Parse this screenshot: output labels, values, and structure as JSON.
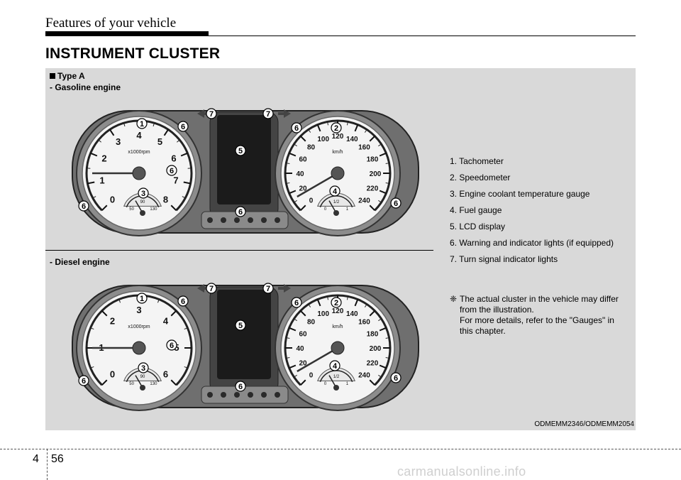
{
  "header": {
    "title": "Features of your vehicle"
  },
  "section_title": "INSTRUMENT CLUSTER",
  "type_label": "Type A",
  "gasoline_label": "- Gasoline engine",
  "diesel_label": "- Diesel engine",
  "gasoline_cluster": {
    "tach_unit": "x1000rpm",
    "tach_ticks": [
      "0",
      "1",
      "2",
      "3",
      "4",
      "5",
      "6",
      "7",
      "8"
    ],
    "speedo_unit": "km/h",
    "speedo_ticks": [
      "0",
      "20",
      "40",
      "60",
      "80",
      "100",
      "120",
      "140",
      "160",
      "180",
      "200",
      "220",
      "240"
    ],
    "temp_ticks": [
      "50",
      "90",
      "130"
    ],
    "fuel_ticks": [
      "0",
      "1/2",
      "1"
    ]
  },
  "diesel_cluster": {
    "tach_unit": "x1000rpm",
    "tach_ticks": [
      "0",
      "1",
      "2",
      "3",
      "4",
      "5",
      "6"
    ],
    "speedo_unit": "km/h",
    "speedo_ticks": [
      "0",
      "20",
      "40",
      "60",
      "80",
      "100",
      "120",
      "140",
      "160",
      "180",
      "200",
      "220",
      "240"
    ],
    "temp_ticks": [
      "50",
      "90",
      "130"
    ],
    "fuel_ticks": [
      "0",
      "1/2",
      "1"
    ]
  },
  "callouts": [
    "1",
    "2",
    "3",
    "4",
    "5",
    "6",
    "7"
  ],
  "legend": [
    "1. Tachometer",
    "2. Speedometer",
    "3. Engine coolant temperature gauge",
    "4. Fuel gauge",
    "5. LCD display",
    "6. Warning and indicator lights (if equipped)",
    "7. Turn signal indicator lights"
  ],
  "note": {
    "symbol": "❈",
    "line1": "The actual cluster in the vehicle may differ",
    "line2": "from the illustration.",
    "line3": "For more details, refer to the \"Gauges\" in",
    "line4": "this chapter."
  },
  "image_code": "ODMEMM2346/ODMEMM2054",
  "footer": {
    "chapter": "4",
    "page": "56"
  },
  "watermark": "carmanualsonline.info"
}
